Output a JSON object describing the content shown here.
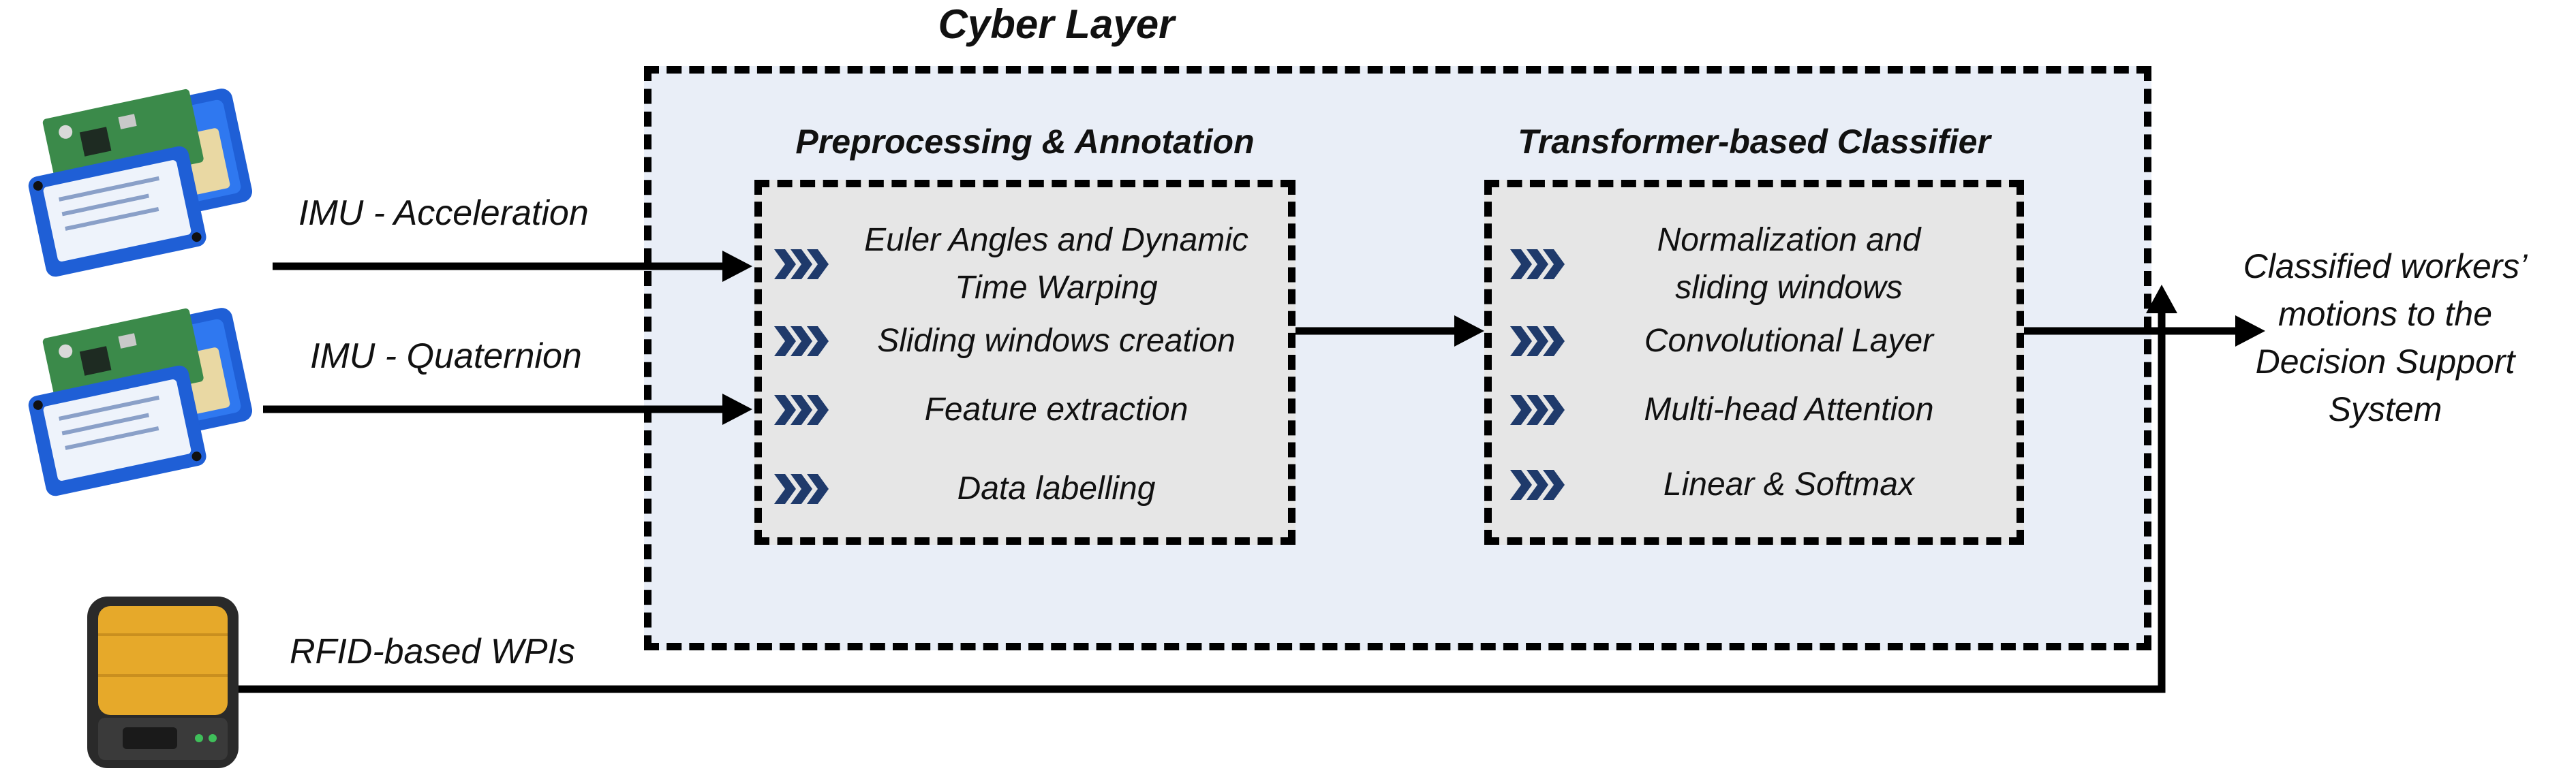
{
  "cyber_layer": {
    "title": "Cyber Layer"
  },
  "preprocessing": {
    "title": "Preprocessing & Annotation",
    "items": [
      {
        "label_line1": "Euler Angles and Dynamic",
        "label_line2": "Time Warping"
      },
      {
        "label_line1": "Sliding windows creation"
      },
      {
        "label_line1": "Feature extraction"
      },
      {
        "label_line1": "Data labelling"
      }
    ]
  },
  "transformer": {
    "title": "Transformer-based Classifier",
    "items": [
      {
        "label_line1": "Normalization and",
        "label_line2": "sliding windows"
      },
      {
        "label_line1": "Convolutional Layer"
      },
      {
        "label_line1": "Multi-head Attention"
      },
      {
        "label_line1": "Linear & Softmax"
      }
    ]
  },
  "inputs": {
    "imu_acceleration": "IMU - Acceleration",
    "imu_quaternion": "IMU - Quaternion",
    "rfid": "RFID-based WPIs"
  },
  "output": {
    "line1": "Classified workers’",
    "line2": "motions to the",
    "line3": "Decision Support",
    "line4": "System"
  },
  "icons": {
    "item_bullet": "triple-chevron-icon",
    "imu_device": "imu-sensor-icon",
    "rfid_device": "rfid-reader-icon"
  },
  "colors": {
    "chevron": "#1f3a6b",
    "cyber_fill": "#e9eef7",
    "panel_fill": "#e6e6e6",
    "device_blue": "#1f5fd6",
    "pcb_green": "#3b8a4a",
    "rfid_yellow": "#e6a92a"
  }
}
